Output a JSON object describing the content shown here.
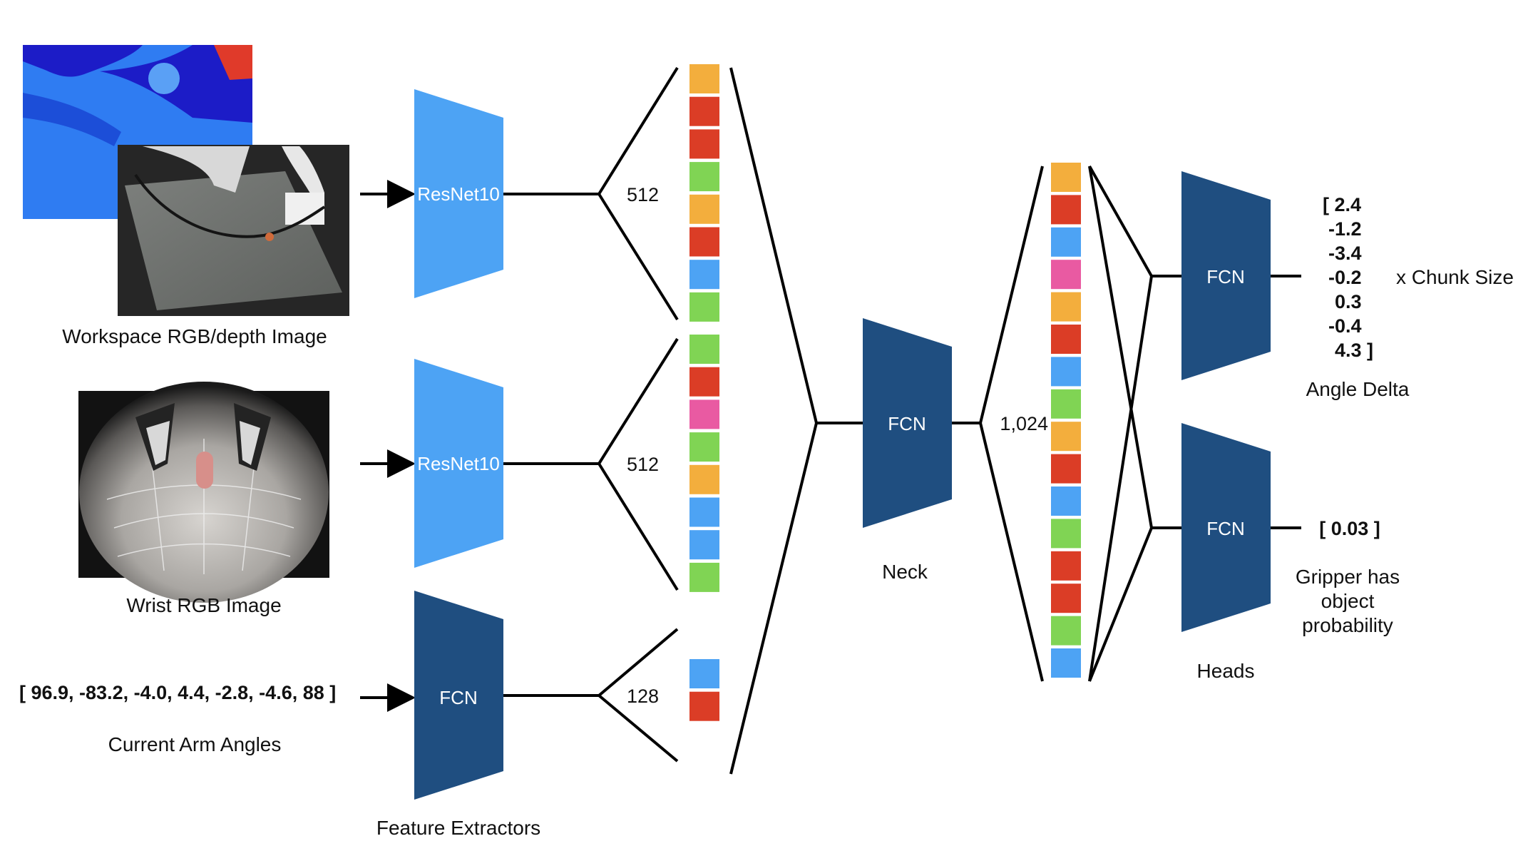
{
  "labels": {
    "workspace_image": "Workspace RGB/depth Image",
    "wrist_image": "Wrist RGB Image",
    "arm_angles_value": "[ 96.9, -83.2, -4.0, 4.4, -2.8, -4.6, 88 ]",
    "arm_angles_caption": "Current Arm Angles",
    "feature_extractors": "Feature Extractors",
    "neck": "Neck",
    "heads": "Heads",
    "angle_delta": "Angle Delta",
    "chunk_size": "x Chunk Size",
    "gripper_line1": "Gripper has",
    "gripper_line2": "object",
    "gripper_line3": "probability"
  },
  "blocks": {
    "resnet_1": "ResNet10",
    "resnet_2": "ResNet10",
    "fcn_arm": "FCN",
    "fcn_neck": "FCN",
    "fcn_head_angle": "FCN",
    "fcn_head_gripper": "FCN"
  },
  "dims": {
    "workspace": "512",
    "wrist": "512",
    "arm": "128",
    "neck": "1,024"
  },
  "outputs": {
    "angle_delta": [
      "[ 2.4",
      "-1.2",
      "-3.4",
      "-0.2",
      "0.3",
      "-0.4",
      "4.3 ]"
    ],
    "gripper": "[ 0.03 ]"
  },
  "colors": {
    "light_block": "#4da3f4",
    "dark_block": "#1f4e80",
    "orange": "#f3ae3d",
    "red": "#db3d26",
    "green": "#80d454",
    "blue": "#4da3f4",
    "pink": "#e95aa2"
  },
  "feature_vectors": {
    "workspace": [
      "orange",
      "red",
      "red",
      "green",
      "orange",
      "red",
      "blue",
      "green"
    ],
    "wrist": [
      "green",
      "red",
      "pink",
      "green",
      "orange",
      "blue",
      "blue",
      "green"
    ],
    "arm": [
      "blue",
      "red"
    ],
    "neck": [
      "orange",
      "red",
      "blue",
      "pink",
      "orange",
      "red",
      "blue",
      "green",
      "orange",
      "red",
      "blue",
      "green",
      "red",
      "red",
      "green",
      "blue"
    ]
  }
}
